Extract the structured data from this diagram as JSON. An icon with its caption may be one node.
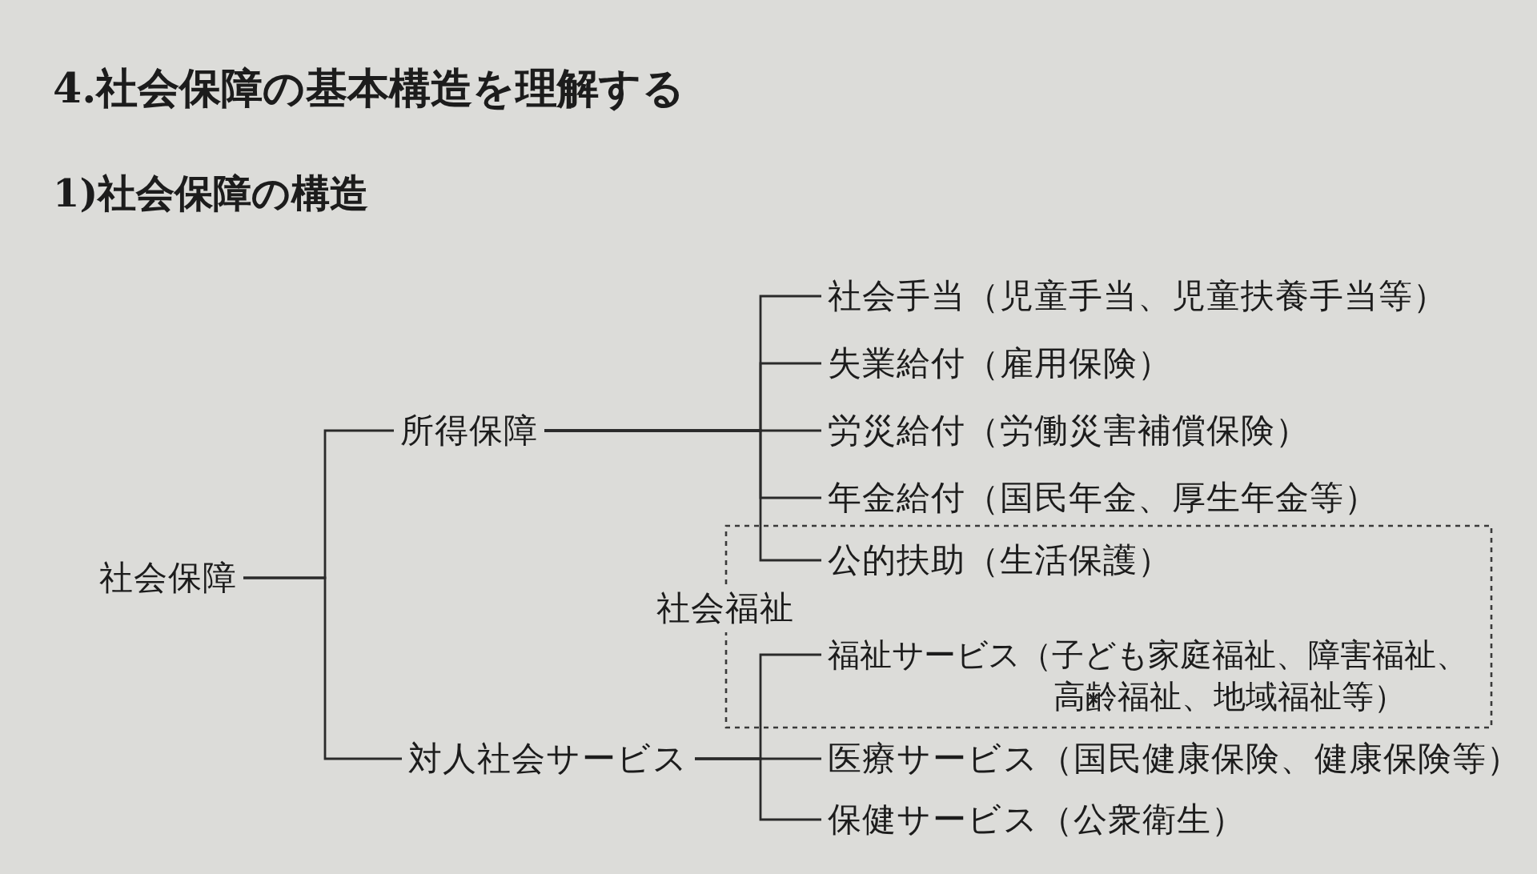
{
  "diagram": {
    "title": "4.社会保障の基本構造を理解する",
    "nodes": [
      {
        "text": [
          "社会保障"
        ]
      },
      {
        "text": [
          "所得保障"
        ]
      },
      {
        "text": [
          "対人社会サービス"
        ]
      },
      {
        "text": [
          "社会手当（児童手当、児童扶養手当等）"
        ]
      },
      {
        "text": [
          "失業給付（雇用保険）"
        ]
      },
      {
        "text": [
          "労災給付（労働災害補償保険）"
        ]
      },
      {
        "text": [
          "年金給付（国民年金、厚生年金等）"
        ]
      },
      {
        "text": [
          "社会福祉"
        ]
      },
      {
        "text": [
          "公的扶助（生活保護）"
        ],
        "in": 7
      },
      {
        "text": [
          "福祉サービス（子ども家庭福祉、障害福祉、高齢福祉、地域福祉等）"
        ],
        "in": 7
      },
      {
        "text": [
          "医療サービス（国民健康保険、健康保険等）"
        ]
      },
      {
        "text": [
          "保健サービス（公衆衛生）"
        ]
      }
    ],
    "edges": [
      {
        "from": 0,
        "to": 1,
        "arrow": "none"
      },
      {
        "from": 0,
        "to": 2,
        "arrow": "none"
      },
      {
        "from": 1,
        "to": 3,
        "arrow": "none"
      },
      {
        "from": 1,
        "to": 4,
        "arrow": "none"
      },
      {
        "from": 1,
        "to": 5,
        "arrow": "none"
      },
      {
        "from": 1,
        "to": 6,
        "arrow": "none"
      },
      {
        "from": 1,
        "to": 8,
        "arrow": "none"
      },
      {
        "from": 2,
        "to": 9,
        "arrow": "none"
      },
      {
        "from": 2,
        "to": 10,
        "arrow": "none"
      },
      {
        "from": 2,
        "to": 11,
        "arrow": "none"
      }
    ],
    "labels": [
      "1)社会保障の構造"
    ]
  }
}
